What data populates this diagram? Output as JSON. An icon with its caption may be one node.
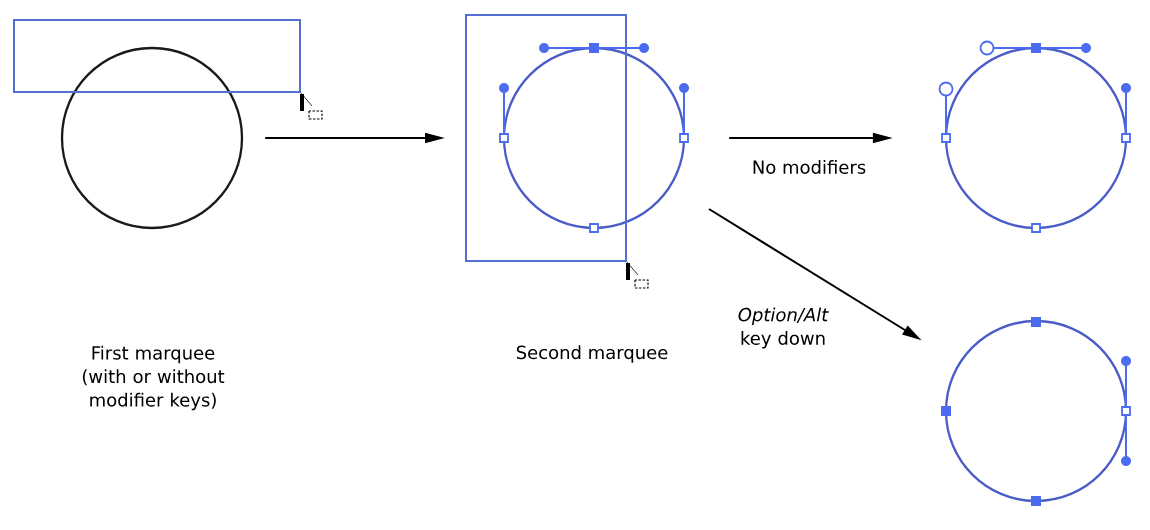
{
  "diagram": {
    "nodes": [
      {
        "text": [],
        "shape": "box"
      },
      {
        "text": [],
        "shape": "circle"
      },
      {
        "text": [],
        "shape": "box"
      },
      {
        "text": [],
        "shape": "circle"
      },
      {
        "text": [],
        "shape": "circle"
      },
      {
        "text": [],
        "shape": "circle"
      }
    ],
    "edges": [
      {
        "from": 1,
        "to": 2,
        "arrow": "to"
      },
      {
        "from": 3,
        "to": 4,
        "arrow": "to",
        "label": "No modifiers"
      },
      {
        "from": 3,
        "to": 5,
        "arrow": "to",
        "label": "*Option/Alt* key down"
      }
    ],
    "labels": [
      "First marquee (with or without modifier keys)",
      "Second marquee"
    ]
  }
}
